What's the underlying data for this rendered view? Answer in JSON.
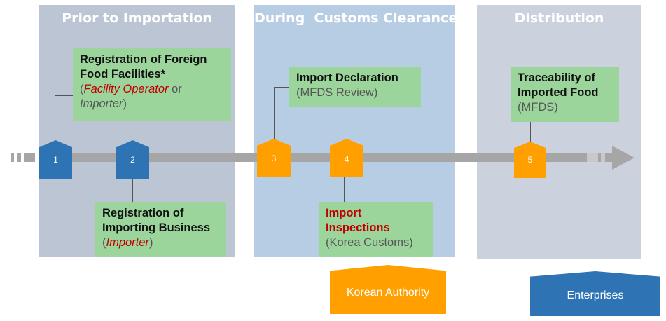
{
  "phases": [
    {
      "title": "Prior to Importation"
    },
    {
      "title": "During  Customs Clearance"
    },
    {
      "title": "Distribution"
    }
  ],
  "steps": [
    {
      "number": "1",
      "title": "Registration of Foreign Food Facilities*",
      "paren_open": "(",
      "actor_a": "Facility Operator",
      "joiner": " or",
      "actor_b": "Importer",
      "paren_close": ")"
    },
    {
      "number": "2",
      "title": "Registration of Importing Business",
      "paren_open": "(",
      "actor": "Importer",
      "paren_close": ")"
    },
    {
      "number": "3",
      "title": "Import Declaration",
      "detail": "(MFDS Review)"
    },
    {
      "number": "4",
      "title": "Import Inspections",
      "detail": "(Korea Customs)"
    },
    {
      "number": "5",
      "title": "Traceability of Imported Food",
      "detail": "(MFDS)"
    }
  ],
  "legend": {
    "korean_authority": "Korean Authority",
    "enterprises": "Enterprises"
  },
  "colors": {
    "enterprise_blue": "#2e74b5",
    "authority_orange": "#ffa000",
    "box_green": "#9cd59c",
    "highlight_red": "#c00000"
  }
}
